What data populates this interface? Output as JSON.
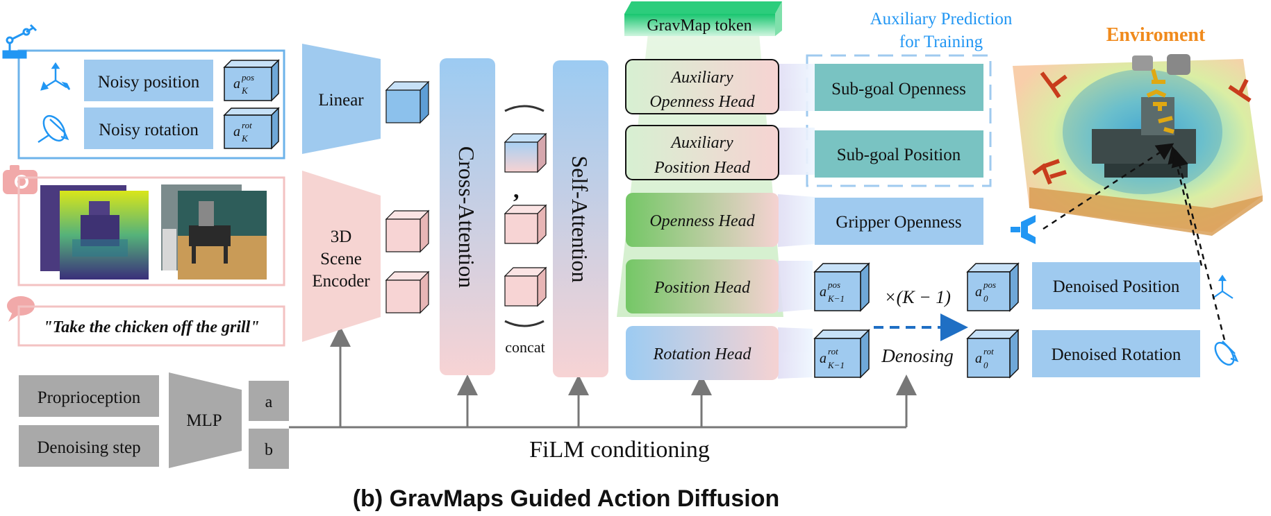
{
  "inputs": {
    "noisy_position": "Noisy position",
    "noisy_rotation": "Noisy rotation",
    "pos_sup": "pos",
    "rot_sup": "rot",
    "sub_K": "K",
    "a_letter": "a",
    "instruction": "\"Take the chicken off the grill\""
  },
  "conditioning": {
    "proprioception": "Proprioception",
    "denoising_step": "Denoising step",
    "mlp": "MLP",
    "a": "a",
    "b": "b",
    "film": "FiLM conditioning"
  },
  "encoders": {
    "linear": "Linear",
    "scene_line1": "3D",
    "scene_line2": "Scene",
    "scene_line3": "Encoder"
  },
  "attention": {
    "cross": "Cross-Attention",
    "self": "Self-Attention",
    "concat": "concat"
  },
  "heads": {
    "gravmap_token": "GravMap token",
    "aux_title_line1": "Auxiliary Prediction",
    "aux_title_line2": "for Training",
    "aux_openness_line1": "Auxiliary",
    "aux_openness_line2": "Openness Head",
    "aux_position_line1": "Auxiliary",
    "aux_position_line2": "Position Head",
    "openness": "Openness Head",
    "position": "Position Head",
    "rotation": "Rotation Head"
  },
  "outputs": {
    "subgoal_openness": "Sub-goal Openness",
    "subgoal_position": "Sub-goal Position",
    "gripper_openness": "Gripper Openness",
    "denoised_position": "Denoised Position",
    "denoised_rotation": "Denoised Rotation",
    "k_minus_1": "K−1",
    "zero": "0",
    "times_k": "×(K − 1)",
    "denoising": "Denosing"
  },
  "environment": {
    "title": "Enviroment"
  },
  "caption": "(b) GravMaps Guided Action Diffusion",
  "colors": {
    "blue_box": "#9fcaef",
    "teal_box": "#79c3c2",
    "pink_box": "#f6d4d2",
    "gray_box": "#a9a9a9",
    "accent_blue": "#2196f3",
    "orange": "#f08a1c",
    "green": "#7dc66b"
  }
}
